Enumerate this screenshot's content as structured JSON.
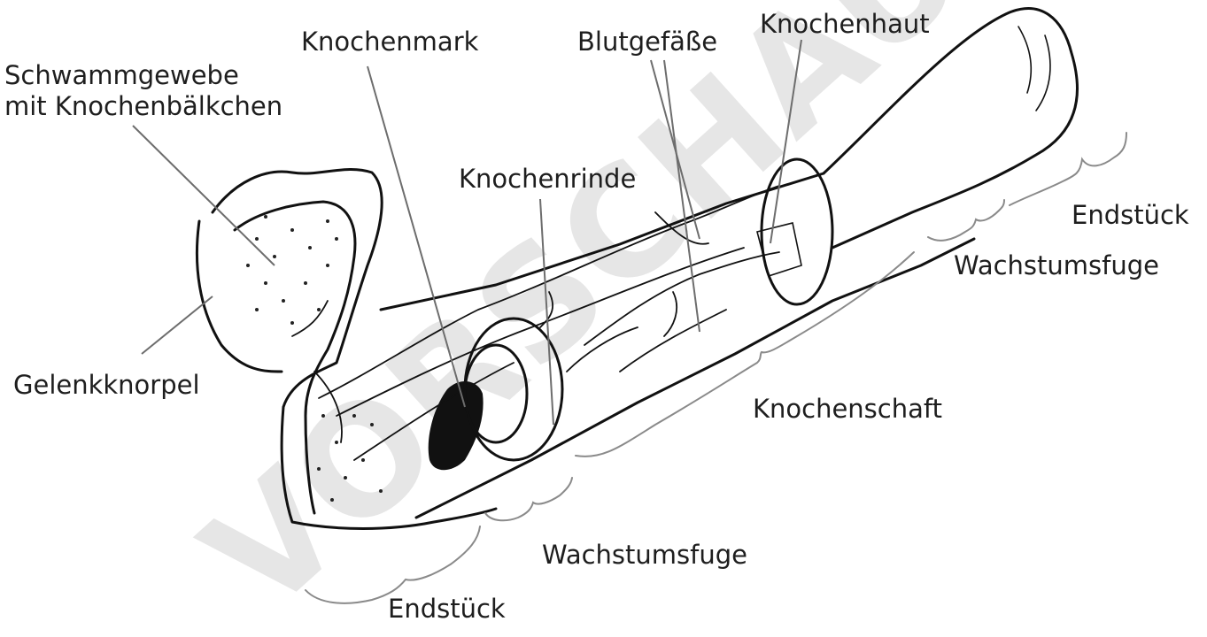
{
  "watermark": "VORSCHAU",
  "labels": {
    "schwammgewebe_line1": "Schwammgewebe",
    "schwammgewebe_line2": "mit Knochenbälkchen",
    "knochenmark": "Knochenmark",
    "blutgefaesse": "Blutgefäße",
    "knochenhaut": "Knochenhaut",
    "knochenrinde": "Knochenrinde",
    "gelenkknorpel": "Gelenkknorpel",
    "knochenschaft": "Knochenschaft",
    "wachstumsfuge_right": "Wachstumsfuge",
    "endstueck_right": "Endstück",
    "wachstumsfuge_left": "Wachstumsfuge",
    "endstueck_left": "Endstück"
  }
}
